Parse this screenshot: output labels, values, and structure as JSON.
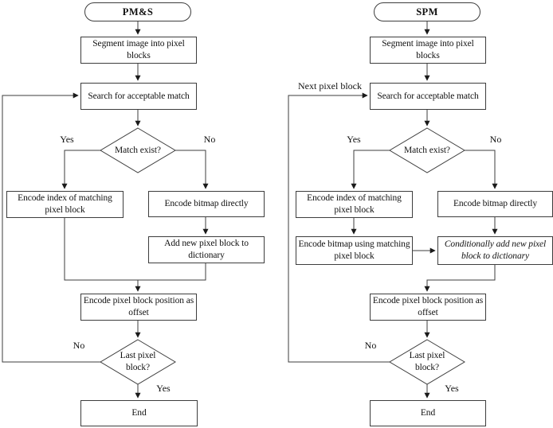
{
  "diagram": {
    "charts": [
      {
        "id": "pms",
        "title": "PM&S",
        "nodes": {
          "start": "PM&S",
          "segment": "Segment image into pixel blocks",
          "search": "Search for acceptable match",
          "match_exist": "Match exist?",
          "encode_index": "Encode index of matching pixel block",
          "encode_bitmap": "Encode bitmap directly",
          "add_dictionary": "Add new pixel block to dictionary",
          "encode_position": "Encode pixel block position as offset",
          "last_block": "Last pixel block?",
          "end": "End"
        },
        "labels": {
          "match_yes": "Yes",
          "match_no": "No",
          "last_no": "No",
          "last_yes": "Yes"
        }
      },
      {
        "id": "spm",
        "title": "SPM",
        "nodes": {
          "start": "SPM",
          "segment": "Segment image into pixel blocks",
          "search": "Search for acceptable match",
          "match_exist": "Match exist?",
          "encode_index": "Encode index of matching pixel block",
          "encode_bitmap": "Encode bitmap directly",
          "encode_bitmap_matching": "Encode bitmap using matching pixel block",
          "conditional_add": "Conditionally add new pixel block to dictionary",
          "encode_position": "Encode pixel block position as offset",
          "last_block": "Last pixel block?",
          "end": "End"
        },
        "labels": {
          "next_block": "Next pixel block",
          "match_yes": "Yes",
          "match_no": "No",
          "last_no": "No",
          "last_yes": "Yes"
        }
      }
    ]
  }
}
